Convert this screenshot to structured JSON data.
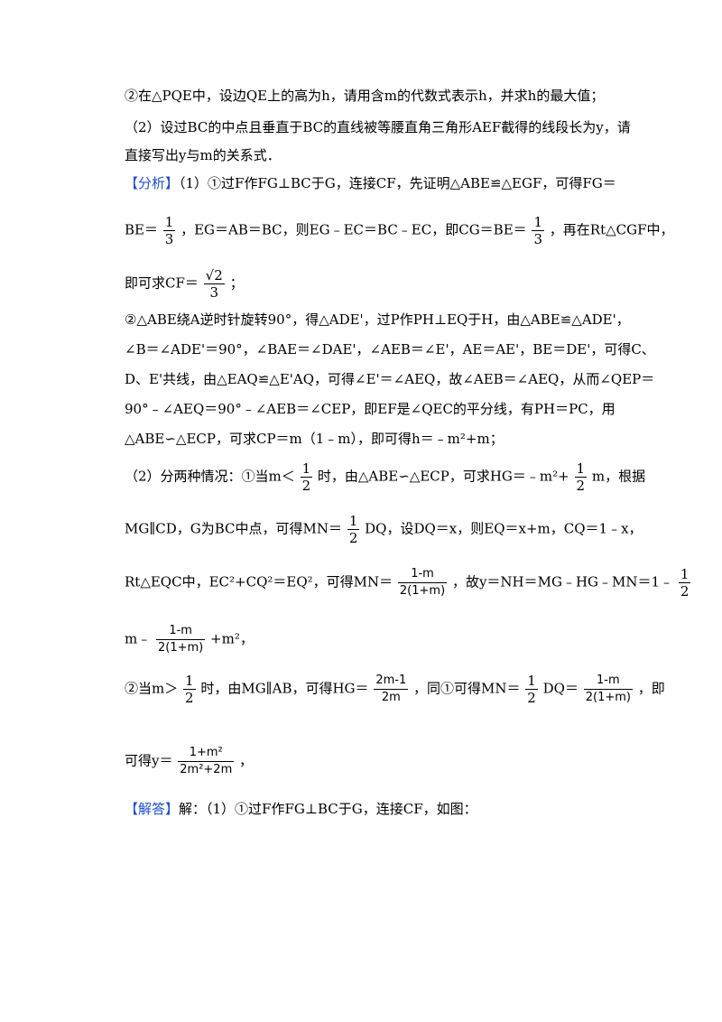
{
  "doc": {
    "l01": "②在△PQE中，设边QE上的高为h，请用含m的代数式表示h，并求h的最大值；",
    "l02": "（2）设过BC的中点且垂直于BC的直线被等腰直角三角形AEF截得的线段长为y，请",
    "l03": "直接写出y与m的关系式．",
    "analysis_tag": "【分析】",
    "l04": "（1）①过F作FG⊥BC于G，连接CF，先证明△ABE≌△EGF，可得FG＝",
    "l05a": "BE＝",
    "l05b": "，EG＝AB＝BC，则EG﹣EC＝BC﹣EC，即CG＝BE＝",
    "l05c": "，再在Rt△CGF中，",
    "frac_1_3_num": "1",
    "frac_1_3_den": "3",
    "l06a": "即可求CF＝",
    "l06b": "；",
    "sqrt_num": "2",
    "l07": "②△ABE绕A逆时针旋转90°，得△ADE'，过P作PH⊥EQ于H，由△ABE≌△ADE'，",
    "l08": "∠B＝∠ADE'＝90°，∠BAE＝∠DAE'，∠AEB＝∠E'，AE＝AE'，BE＝DE'，可得C、",
    "l09": "D、E'共线，由△EAQ≌△E'AQ，可得∠E'＝∠AEQ，故∠AEB＝∠AEQ，从而∠QEP＝",
    "l10": "90°﹣∠AEQ＝90°﹣∠AEB＝∠CEP，即EF是∠QEC的平分线，有PH＝PC，用",
    "l11": "△ABE∽△ECP，可求CP＝m（1﹣m），即可得h＝﹣m²+m；",
    "l12a": "（2）分两种情况：①当m＜",
    "l12b": "时，由△ABE∽△ECP，可求HG＝﹣m²+",
    "l12c": "m，根据",
    "frac_1_2_num": "1",
    "frac_1_2_den": "2",
    "l13a": "MG∥CD，G为BC中点，可得MN＝",
    "l13b": "DQ，设DQ＝x，则EQ＝x+m，CQ＝1﹣x，",
    "l14a": "Rt△EQC中，EC²+CQ²＝EQ²，可得MN＝",
    "l14b": "，故y＝NH＝MG﹣HG﹣MN＝1﹣",
    "fracA_num": "1-m",
    "fracA_den": "2(1+m)",
    "l15a": "m﹣",
    "l15b": "+m²，",
    "l16a": "②当m＞",
    "l16b": "时，由MG∥AB，可得HG＝",
    "l16c": "，同①可得MN＝",
    "l16d": "DQ＝",
    "l16e": "，即",
    "fracB_num": "2m-1",
    "fracB_den": "2m",
    "l17a": "可得y＝",
    "l17b": "，",
    "fracC_num": "1+m²",
    "fracC_den": "2m²+2m",
    "answer_tag": "【解答】",
    "l18": "解：（1）①过F作FG⊥BC于G，连接CF，如图："
  }
}
